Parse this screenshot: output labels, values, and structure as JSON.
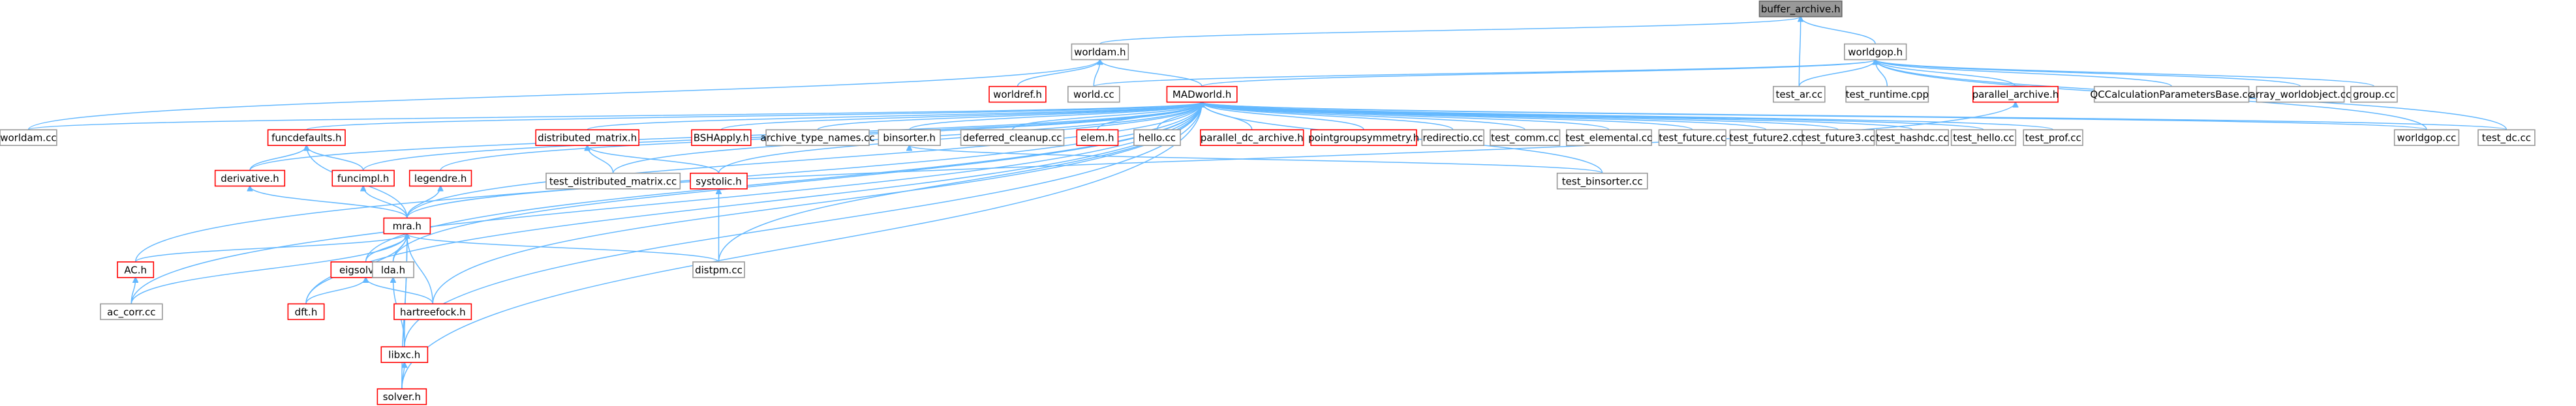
{
  "graph": {
    "root": "buffer_archive.h",
    "nodes": [
      {
        "id": "buffer_archive",
        "label": "buffer_archive.h",
        "style": "root"
      },
      {
        "id": "worldam",
        "label": "worldam.h",
        "style": "normal"
      },
      {
        "id": "worldgop",
        "label": "worldgop.h",
        "style": "normal"
      },
      {
        "id": "worldref",
        "label": "worldref.h",
        "style": "red"
      },
      {
        "id": "world_cc",
        "label": "world.cc",
        "style": "normal"
      },
      {
        "id": "madworld",
        "label": "MADworld.h",
        "style": "red"
      },
      {
        "id": "test_ar",
        "label": "test_ar.cc",
        "style": "normal"
      },
      {
        "id": "test_runtime",
        "label": "test_runtime.cpp",
        "style": "normal"
      },
      {
        "id": "parallel_archive",
        "label": "parallel_archive.h",
        "style": "red"
      },
      {
        "id": "qccalc",
        "label": "QCCalculationParametersBase.cc",
        "style": "normal"
      },
      {
        "id": "array_worldobject",
        "label": "array_worldobject.cc",
        "style": "normal"
      },
      {
        "id": "group_cc",
        "label": "group.cc",
        "style": "normal"
      },
      {
        "id": "worldam_cc",
        "label": "worldam.cc",
        "style": "normal"
      },
      {
        "id": "funcdefaults",
        "label": "funcdefaults.h",
        "style": "red"
      },
      {
        "id": "distributed_matrix",
        "label": "distributed_matrix.h",
        "style": "red"
      },
      {
        "id": "bshapply",
        "label": "BSHApply.h",
        "style": "red"
      },
      {
        "id": "archive_type_names",
        "label": "archive_type_names.cc",
        "style": "normal"
      },
      {
        "id": "binsorter",
        "label": "binsorter.h",
        "style": "normal"
      },
      {
        "id": "deferred_cleanup",
        "label": "deferred_cleanup.cc",
        "style": "normal"
      },
      {
        "id": "elem",
        "label": "elem.h",
        "style": "red"
      },
      {
        "id": "hello",
        "label": "hello.cc",
        "style": "normal"
      },
      {
        "id": "parallel_dc_archive",
        "label": "parallel_dc_archive.h",
        "style": "red"
      },
      {
        "id": "pointgroupsymmetry",
        "label": "pointgroupsymmetry.h",
        "style": "red"
      },
      {
        "id": "redirectio",
        "label": "redirectio.cc",
        "style": "normal"
      },
      {
        "id": "test_comm",
        "label": "test_comm.cc",
        "style": "normal"
      },
      {
        "id": "test_elemental",
        "label": "test_elemental.cc",
        "style": "normal"
      },
      {
        "id": "test_future",
        "label": "test_future.cc",
        "style": "normal"
      },
      {
        "id": "test_future2",
        "label": "test_future2.cc",
        "style": "normal"
      },
      {
        "id": "test_future3",
        "label": "test_future3.cc",
        "style": "normal"
      },
      {
        "id": "test_hashdc",
        "label": "test_hashdc.cc",
        "style": "normal"
      },
      {
        "id": "test_hello",
        "label": "test_hello.cc",
        "style": "normal"
      },
      {
        "id": "test_prof",
        "label": "test_prof.cc",
        "style": "normal"
      },
      {
        "id": "worldgop_cc",
        "label": "worldgop.cc",
        "style": "normal"
      },
      {
        "id": "test_dc",
        "label": "test_dc.cc",
        "style": "normal"
      },
      {
        "id": "derivative",
        "label": "derivative.h",
        "style": "red"
      },
      {
        "id": "funcimpl",
        "label": "funcimpl.h",
        "style": "red"
      },
      {
        "id": "legendre",
        "label": "legendre.h",
        "style": "red"
      },
      {
        "id": "test_distributed_matrix",
        "label": "test_distributed_matrix.cc",
        "style": "normal"
      },
      {
        "id": "systolic",
        "label": "systolic.h",
        "style": "red"
      },
      {
        "id": "test_binsorter",
        "label": "test_binsorter.cc",
        "style": "normal"
      },
      {
        "id": "mra",
        "label": "mra.h",
        "style": "red"
      },
      {
        "id": "ac_h",
        "label": "AC.h",
        "style": "red"
      },
      {
        "id": "eigsolver",
        "label": "eigsolver.h",
        "style": "red"
      },
      {
        "id": "distpm",
        "label": "distpm.cc",
        "style": "normal"
      },
      {
        "id": "lda",
        "label": "lda.h",
        "style": "normal"
      },
      {
        "id": "ac_corr",
        "label": "ac_corr.cc",
        "style": "normal"
      },
      {
        "id": "dft",
        "label": "dft.h",
        "style": "red"
      },
      {
        "id": "hartreefock",
        "label": "hartreefock.h",
        "style": "red"
      },
      {
        "id": "libxc",
        "label": "libxc.h",
        "style": "red"
      },
      {
        "id": "solver",
        "label": "solver.h",
        "style": "red"
      }
    ],
    "edges": [
      [
        "buffer_archive",
        "worldam"
      ],
      [
        "buffer_archive",
        "worldgop"
      ],
      [
        "buffer_archive",
        "test_ar"
      ],
      [
        "worldam",
        "worldref"
      ],
      [
        "worldam",
        "world_cc"
      ],
      [
        "worldam",
        "madworld"
      ],
      [
        "worldam",
        "worldam_cc"
      ],
      [
        "worldgop",
        "madworld"
      ],
      [
        "worldgop",
        "world_cc"
      ],
      [
        "worldgop",
        "test_ar"
      ],
      [
        "worldgop",
        "test_runtime"
      ],
      [
        "worldgop",
        "parallel_archive"
      ],
      [
        "worldgop",
        "qccalc"
      ],
      [
        "worldgop",
        "array_worldobject"
      ],
      [
        "worldgop",
        "group_cc"
      ],
      [
        "worldgop",
        "worldgop_cc"
      ],
      [
        "worldgop",
        "test_dc"
      ],
      [
        "parallel_archive",
        "mra"
      ],
      [
        "madworld",
        "worldam_cc"
      ],
      [
        "madworld",
        "funcdefaults"
      ],
      [
        "madworld",
        "derivative"
      ],
      [
        "madworld",
        "funcimpl"
      ],
      [
        "madworld",
        "legendre"
      ],
      [
        "madworld",
        "distributed_matrix"
      ],
      [
        "madworld",
        "bshapply"
      ],
      [
        "madworld",
        "archive_type_names"
      ],
      [
        "madworld",
        "binsorter"
      ],
      [
        "madworld",
        "deferred_cleanup"
      ],
      [
        "madworld",
        "elem"
      ],
      [
        "madworld",
        "hello"
      ],
      [
        "madworld",
        "parallel_dc_archive"
      ],
      [
        "madworld",
        "pointgroupsymmetry"
      ],
      [
        "madworld",
        "redirectio"
      ],
      [
        "madworld",
        "test_comm"
      ],
      [
        "madworld",
        "test_elemental"
      ],
      [
        "madworld",
        "test_future"
      ],
      [
        "madworld",
        "test_future2"
      ],
      [
        "madworld",
        "test_future3"
      ],
      [
        "madworld",
        "test_hashdc"
      ],
      [
        "madworld",
        "test_hello"
      ],
      [
        "madworld",
        "test_prof"
      ],
      [
        "madworld",
        "worldgop_cc"
      ],
      [
        "madworld",
        "test_dc"
      ],
      [
        "madworld",
        "mra"
      ],
      [
        "madworld",
        "ac_h"
      ],
      [
        "madworld",
        "ac_corr"
      ],
      [
        "madworld",
        "eigsolver"
      ],
      [
        "madworld",
        "dft"
      ],
      [
        "madworld",
        "hartreefock"
      ],
      [
        "madworld",
        "distpm"
      ],
      [
        "madworld",
        "lda"
      ],
      [
        "madworld",
        "libxc"
      ],
      [
        "madworld",
        "solver"
      ],
      [
        "madworld",
        "test_binsorter"
      ],
      [
        "madworld",
        "systolic"
      ],
      [
        "madworld",
        "test_distributed_matrix"
      ],
      [
        "funcdefaults",
        "derivative"
      ],
      [
        "funcdefaults",
        "funcimpl"
      ],
      [
        "funcdefaults",
        "mra"
      ],
      [
        "derivative",
        "mra"
      ],
      [
        "funcimpl",
        "mra"
      ],
      [
        "legendre",
        "mra"
      ],
      [
        "distributed_matrix",
        "test_distributed_matrix"
      ],
      [
        "distributed_matrix",
        "systolic"
      ],
      [
        "systolic",
        "distpm"
      ],
      [
        "binsorter",
        "test_binsorter"
      ],
      [
        "mra",
        "ac_h"
      ],
      [
        "mra",
        "eigsolver"
      ],
      [
        "mra",
        "dft"
      ],
      [
        "mra",
        "hartreefock"
      ],
      [
        "mra",
        "distpm"
      ],
      [
        "mra",
        "lda"
      ],
      [
        "mra",
        "libxc"
      ],
      [
        "mra",
        "solver"
      ],
      [
        "mra",
        "ac_corr"
      ],
      [
        "ac_h",
        "ac_corr"
      ],
      [
        "eigsolver",
        "dft"
      ],
      [
        "eigsolver",
        "hartreefock"
      ],
      [
        "lda",
        "libxc"
      ],
      [
        "libxc",
        "solver"
      ]
    ]
  }
}
